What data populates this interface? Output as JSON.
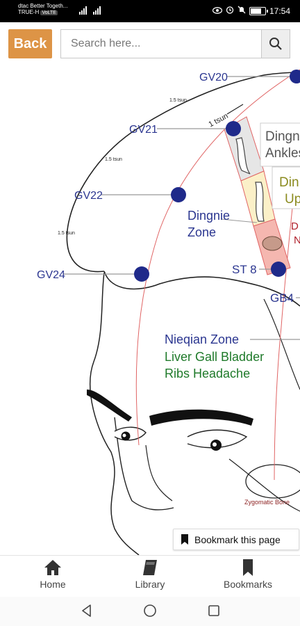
{
  "status_bar": {
    "carrier_line1": "dtac Better Togeth...",
    "carrier_line2": "TRUE-H",
    "carrier_badge": "VoLTE",
    "time": "17:54"
  },
  "header": {
    "back_label": "Back",
    "search_placeholder": "Search here..."
  },
  "diagram": {
    "points": {
      "gv20": "GV20",
      "gv21": "GV21",
      "gv22": "GV22",
      "gv24": "GV24",
      "st8": "ST 8",
      "gb4": "GB4"
    },
    "distances": {
      "tsun_small": "1.5 tsun",
      "tsun_one": "1 tsun"
    },
    "zones": {
      "dingnie_line1": "Dingnie",
      "dingnie_line2": "Zone",
      "nieqian_zone": "Nieqian Zone",
      "nieqian_line2": "Liver Gall Bladder",
      "nieqian_line3": "Ribs Headache",
      "box1_line1": "Dingn",
      "box1_line2": "Ankles",
      "box2_line1": "Din",
      "box2_line2": "Up",
      "box3_line1": "D",
      "box3_line2": "N"
    },
    "zygomatic": "Zygomatic Bone",
    "colors": {
      "point_fill": "#1f2a8a",
      "label_blue": "#2b3690",
      "label_green": "#1f7a2a",
      "label_red": "#b01f2a",
      "guide_red": "#e06464"
    }
  },
  "bookmark_this_page": "Bookmark this page",
  "bottom_nav": {
    "home": "Home",
    "library": "Library",
    "bookmarks": "Bookmarks"
  },
  "system_nav": {
    "back_icon": "triangle-back-icon",
    "home_icon": "circle-home-icon",
    "recents_icon": "square-recents-icon"
  }
}
